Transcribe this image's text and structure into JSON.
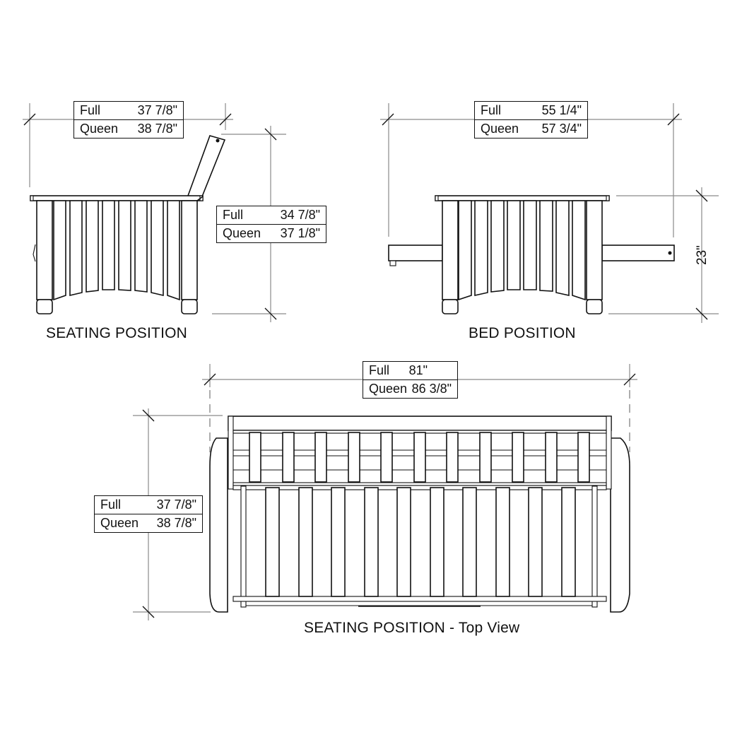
{
  "views": {
    "seating_side": {
      "caption": "SEATING POSITION",
      "width_dim": {
        "rows": [
          {
            "size": "Full",
            "value": "37 7/8\""
          },
          {
            "size": "Queen",
            "value": "38 7/8\""
          }
        ]
      },
      "height_dim": {
        "rows": [
          {
            "size": "Full",
            "value": "34 7/8\""
          },
          {
            "size": "Queen",
            "value": "37 1/8\""
          }
        ]
      }
    },
    "bed_side": {
      "caption": "BED POSITION",
      "width_dim": {
        "rows": [
          {
            "size": "Full",
            "value": "55 1/4\""
          },
          {
            "size": "Queen",
            "value": "57 3/4\""
          }
        ]
      },
      "height_dim": {
        "label": "23\""
      }
    },
    "seating_top": {
      "caption": "SEATING POSITION - Top View",
      "width_dim": {
        "rows": [
          {
            "size": "Full",
            "value": "81\""
          },
          {
            "size": "Queen",
            "value": "86 3/8\""
          }
        ]
      },
      "depth_dim": {
        "rows": [
          {
            "size": "Full",
            "value": "37 7/8\""
          },
          {
            "size": "Queen",
            "value": "38 7/8\""
          }
        ]
      }
    }
  }
}
